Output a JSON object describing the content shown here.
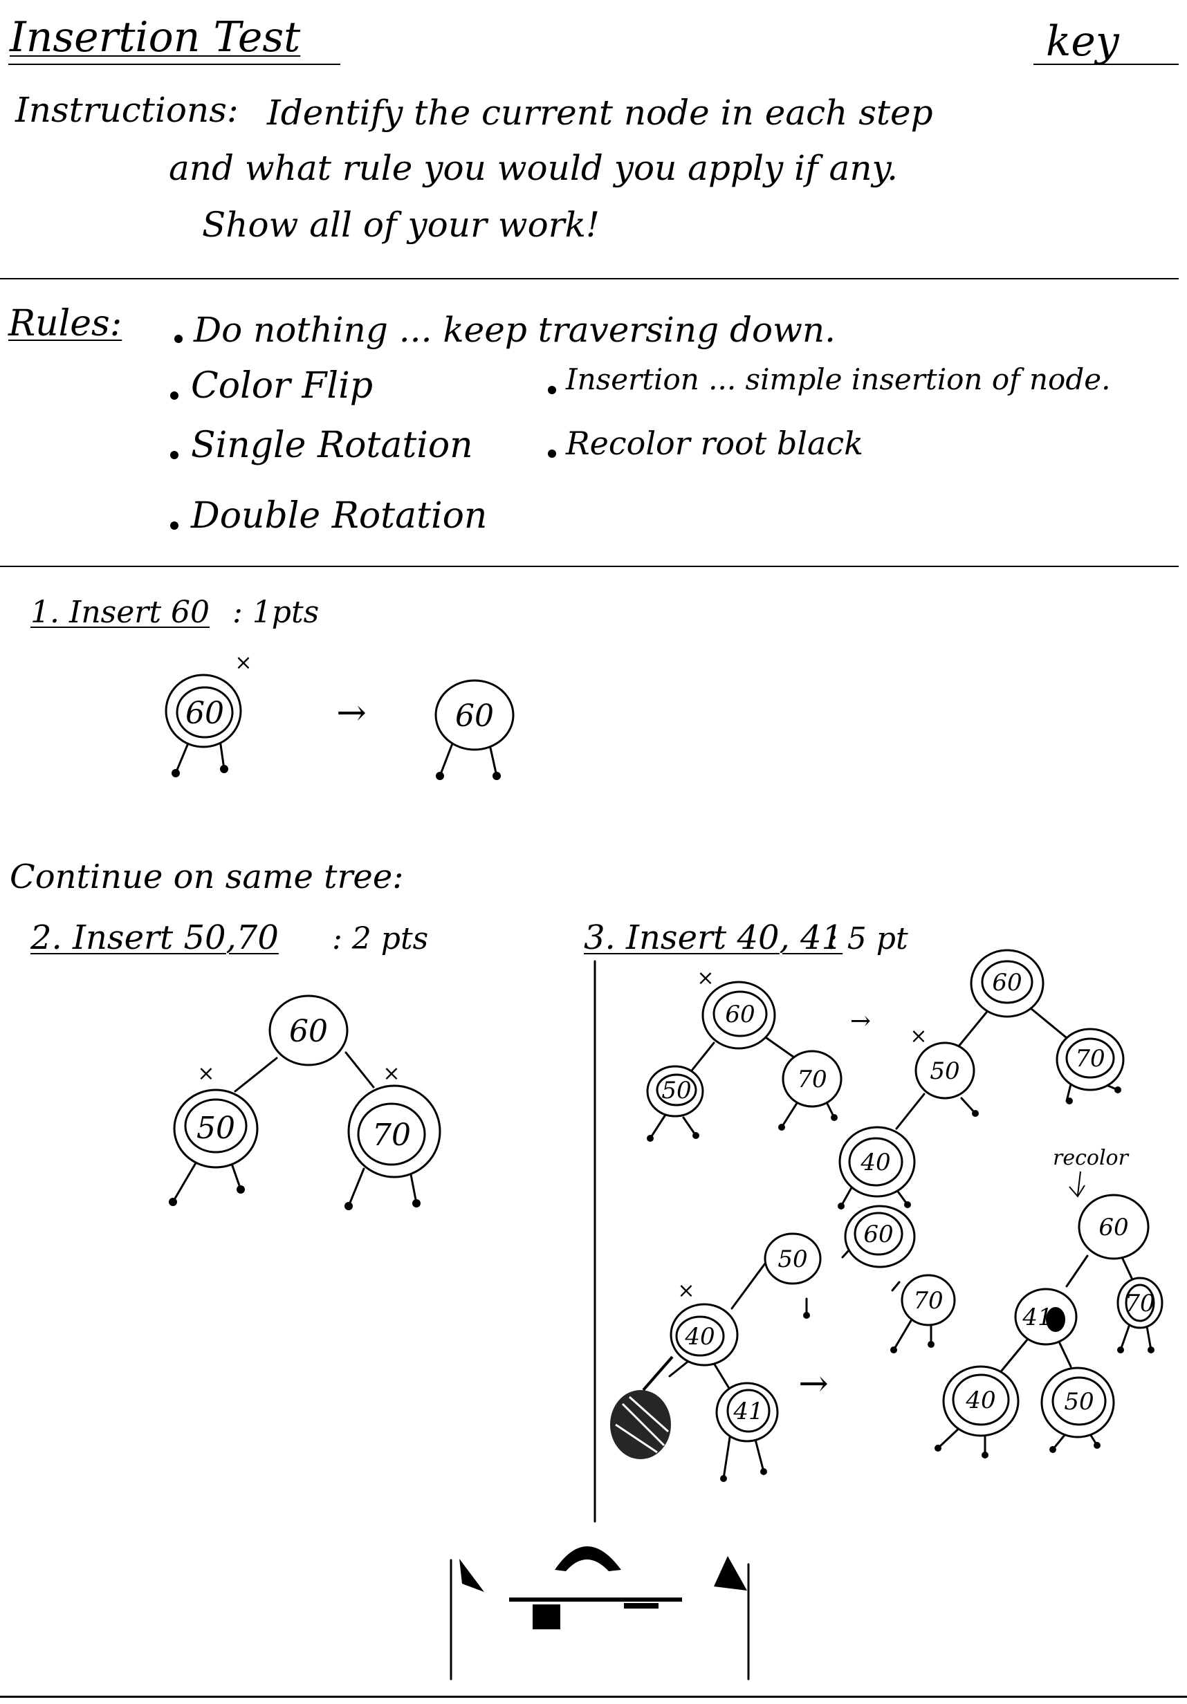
{
  "header": {
    "title": "Insertion Test",
    "key_label": "key"
  },
  "instructions": {
    "label": "Instructions:",
    "line1": "Identify the current node in each step",
    "line2": "and what rule you would you apply if any.",
    "line3": "Show all of your work!"
  },
  "rules": {
    "label": "Rules:",
    "items": [
      "Do nothing ... keep traversing down.",
      "Color Flip",
      "Insertion ... simple insertion of node.",
      "Single Rotation",
      "Recolor root black",
      "Double Rotation"
    ]
  },
  "q1": {
    "heading": "1. Insert 60",
    "points": ": 1pts"
  },
  "continue_note": "Continue on same tree:",
  "q2": {
    "heading": "2. Insert 50,70",
    "points": ": 2 pts"
  },
  "q3": {
    "heading": "3. Insert 40, 41",
    "points": ": 5 pt"
  },
  "annotations": {
    "current_marker": "×",
    "arrow": "→",
    "recolor_note": "recolor"
  },
  "nodes": {
    "n60": "60",
    "n50": "50",
    "n70": "70",
    "n40": "40",
    "n41": "41"
  },
  "colors": {
    "ink": "#000000",
    "paper": "#ffffff"
  }
}
